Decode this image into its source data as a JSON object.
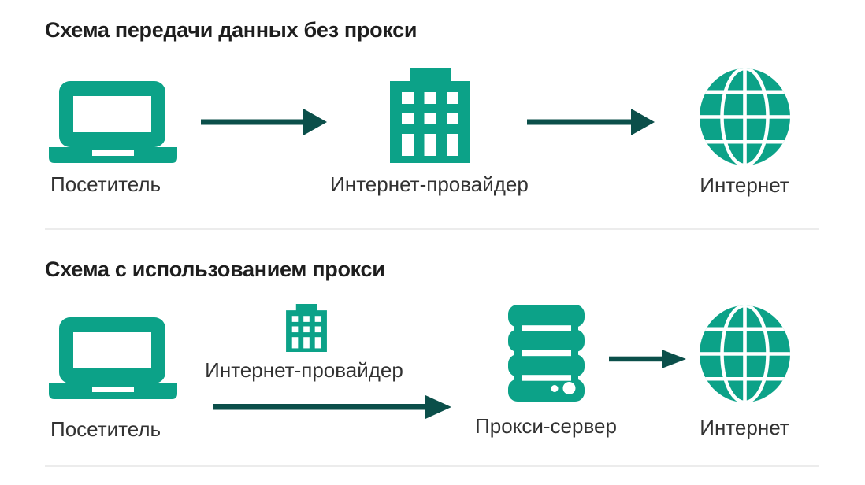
{
  "page": {
    "background": "#ffffff"
  },
  "colors": {
    "icon_green": "#0ca288",
    "arrow_dark_teal": "#0b4f4a",
    "title_text": "#1e1e1e",
    "label_text": "#323232",
    "divider_gray": "#ececec"
  },
  "sections": [
    {
      "title": "Схема передачи данных без прокси",
      "nodes": [
        {
          "label": "Посетитель",
          "icon": "laptop-icon"
        },
        {
          "label": "Интернет-провайдер",
          "icon": "building-icon"
        },
        {
          "label": "Интернет",
          "icon": "globe-icon"
        }
      ],
      "arrows": [
        "visitor-to-isp",
        "isp-to-internet"
      ]
    },
    {
      "title": "Схема с использованием прокси",
      "nodes": [
        {
          "label": "Посетитель",
          "icon": "laptop-icon"
        },
        {
          "label": "Интернет-провайдер",
          "icon": "building-icon"
        },
        {
          "label": "Прокси-сервер",
          "icon": "server-icon"
        },
        {
          "label": "Интернет",
          "icon": "globe-icon"
        }
      ],
      "arrows": [
        "visitor-to-proxy",
        "proxy-to-internet"
      ]
    }
  ]
}
